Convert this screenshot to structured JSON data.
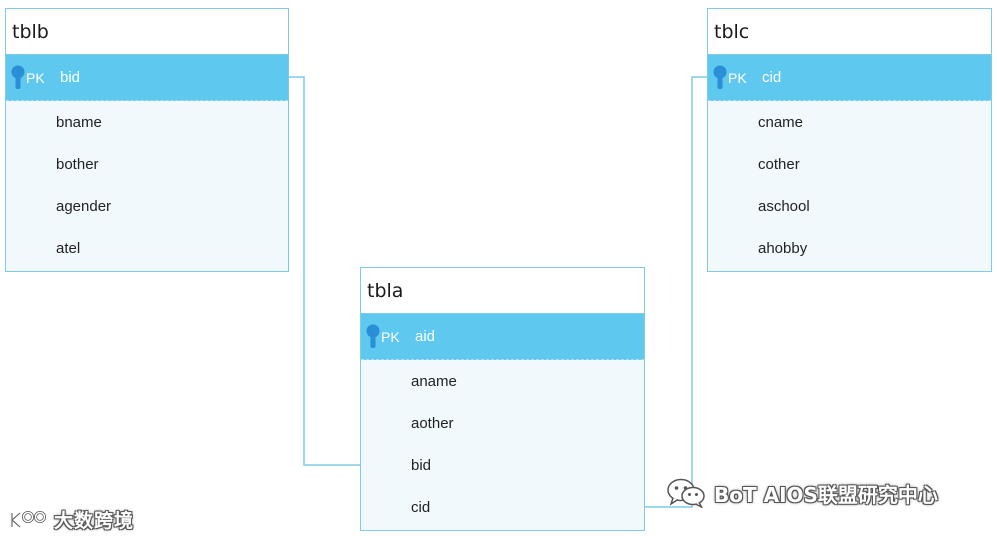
{
  "diagram": {
    "tables": [
      {
        "id": "tblb",
        "title": "tblb",
        "pk_label": "PK",
        "pk_field": "bid",
        "fields": [
          "bname",
          "bother",
          "agender",
          "atel"
        ]
      },
      {
        "id": "tblc",
        "title": "tblc",
        "pk_label": "PK",
        "pk_field": "cid",
        "fields": [
          "cname",
          "cother",
          "aschool",
          "ahobby"
        ]
      },
      {
        "id": "tbla",
        "title": "tbla",
        "pk_label": "PK",
        "pk_field": "aid",
        "fields": [
          "aname",
          "aother",
          "bid",
          "cid"
        ]
      }
    ],
    "relations": [
      {
        "from": "tblb.bid",
        "to": "tbla.bid"
      },
      {
        "from": "tblc.cid",
        "to": "tbla.cid"
      }
    ],
    "colors": {
      "border": "#7fcbe6",
      "pk_background": "#5ec8ef",
      "table_background": "#f2f9fd",
      "connector": "#7fcbe6",
      "key_icon": "#2a8fd6"
    }
  },
  "watermarks": {
    "left": "大数跨境",
    "right": "BoT AIOS联盟研究中心"
  }
}
